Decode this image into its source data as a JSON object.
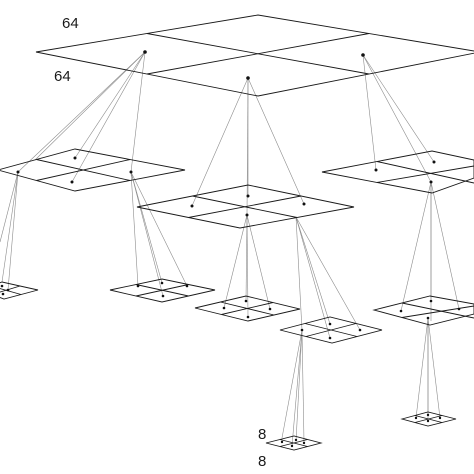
{
  "labels": {
    "top_width": "64",
    "top_depth": "64",
    "bottom_width": "8",
    "bottom_depth": "8"
  },
  "colors": {
    "grid": "#1a1a1a",
    "links": "#8c8c8c",
    "nodes": "#111111",
    "background": "#ffffff"
  }
}
